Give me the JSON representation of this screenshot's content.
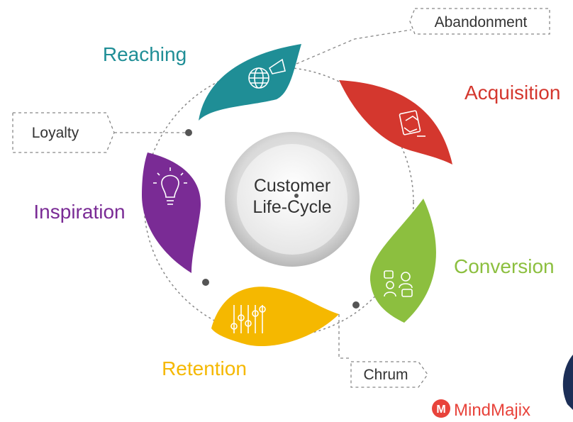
{
  "center": {
    "line1": "Customer",
    "line2": "Life-Cycle"
  },
  "stages": {
    "reaching": {
      "label": "Reaching",
      "color": "#1f8e96"
    },
    "acquisition": {
      "label": "Acquisition",
      "color": "#d4372e"
    },
    "conversion": {
      "label": "Conversion",
      "color": "#8cbf3f"
    },
    "retention": {
      "label": "Retention",
      "color": "#f5b800"
    },
    "inspiration": {
      "label": "Inspiration",
      "color": "#7a2b95"
    }
  },
  "callouts": {
    "abandonment": "Abandonment",
    "loyalty": "Loyalty",
    "churn": "Chrum"
  },
  "icons": {
    "reaching": "globe-megaphone-icon",
    "acquisition": "document-handshake-icon",
    "conversion": "people-chat-icon",
    "retention": "sliders-icon",
    "inspiration": "lightbulb-icon"
  },
  "brand": {
    "name": "MindMajix",
    "color": "#e8433b"
  }
}
